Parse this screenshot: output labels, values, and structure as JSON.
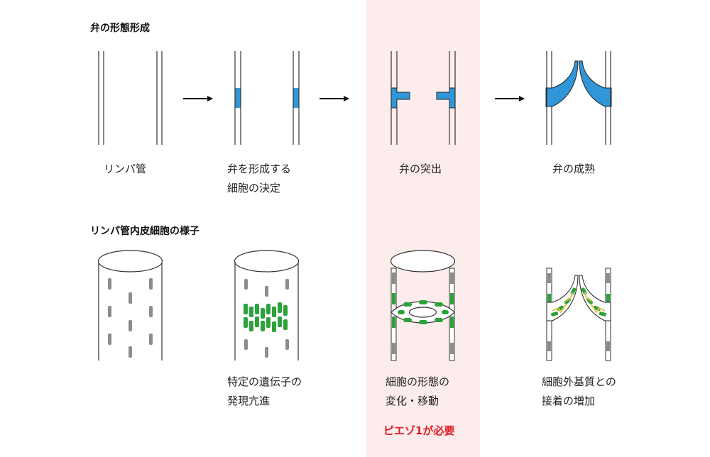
{
  "colors": {
    "valve_blue": "#2f96d8",
    "cell_green": "#2ca23a",
    "cell_gray": "#8c8c8c",
    "matrix_yellow": "#e6c44a",
    "highlight_bg": "#fdecec",
    "note_red": "#e21b23"
  },
  "section1": {
    "title": "弁の形態形成",
    "stages": [
      {
        "caption_lines": [
          "リンパ管"
        ]
      },
      {
        "caption_lines": [
          "弁を形成する",
          "細胞の決定"
        ]
      },
      {
        "caption_lines": [
          "弁の突出"
        ]
      },
      {
        "caption_lines": [
          "弁の成熟"
        ]
      }
    ]
  },
  "section2": {
    "title": "リンパ管内皮細胞の様子",
    "stages": [
      {
        "caption_lines": []
      },
      {
        "caption_lines": [
          "特定の遺伝子の",
          "発現亢進"
        ]
      },
      {
        "caption_lines": [
          "細胞の形態の",
          "変化・移動"
        ]
      },
      {
        "caption_lines": [
          "細胞外基質との",
          "接着の増加"
        ]
      }
    ]
  },
  "note": "ピエゾ1が必要"
}
